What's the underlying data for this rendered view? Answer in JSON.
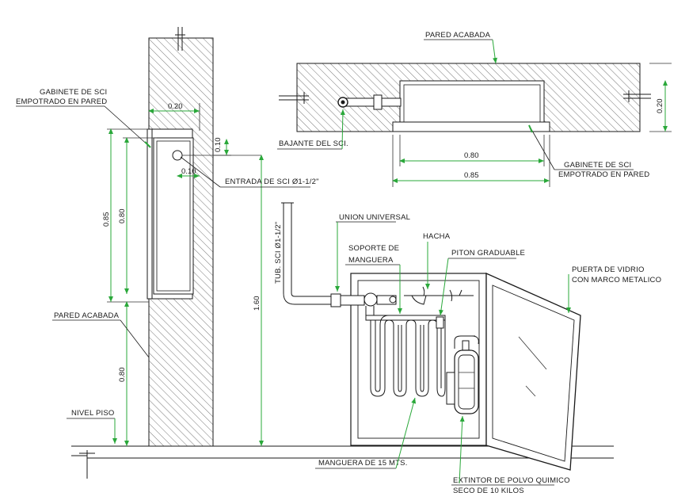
{
  "labels": {
    "pared_acabada_top": "PARED ACABADA",
    "gabinete_sci_1": "GABINETE DE SCI",
    "gabinete_sci_2": "EMPOTRADO EN PARED",
    "entrada_sci": "ENTRADA DE SCI Ø1-1/2\"",
    "bajante": "BAJANTE DEL SCI.",
    "gabinete_plan_1": "GABINETE DE SCI",
    "gabinete_plan_2": "EMPOTRADO EN PARED",
    "union_universal": "UNION UNIVERSAL",
    "hacha": "HACHA",
    "soporte_1": "SOPORTE DE",
    "soporte_2": "MANGUERA",
    "piton": "PITON GRADUABLE",
    "puerta_1": "PUERTA DE VIDRIO",
    "puerta_2": "CON MARCO METALICO",
    "pared_acabada_left": "PARED ACABADA",
    "nivel_piso": "NIVEL PISO",
    "manguera": "MANGUERA DE 15 MTS.",
    "extintor_1": "EXTINTOR DE POLVO QUIMICO",
    "extintor_2": "SECO DE 10 KILOS",
    "tub_sci": "TUB. SCI Ø1-1/2\""
  },
  "dimensions": {
    "d020_top": "0.20",
    "d010_a": "0.10",
    "d010_b": "0.10",
    "d085_left": "0.85",
    "d080_left": "0.80",
    "d080_low": "0.80",
    "d160": "1.60",
    "d080_plan": "0.80",
    "d085_plan": "0.85",
    "d020_plan": "0.20"
  },
  "colors": {
    "line": "#1a1a1a",
    "dimension": "#2aa83a",
    "hatch": "#555555"
  }
}
